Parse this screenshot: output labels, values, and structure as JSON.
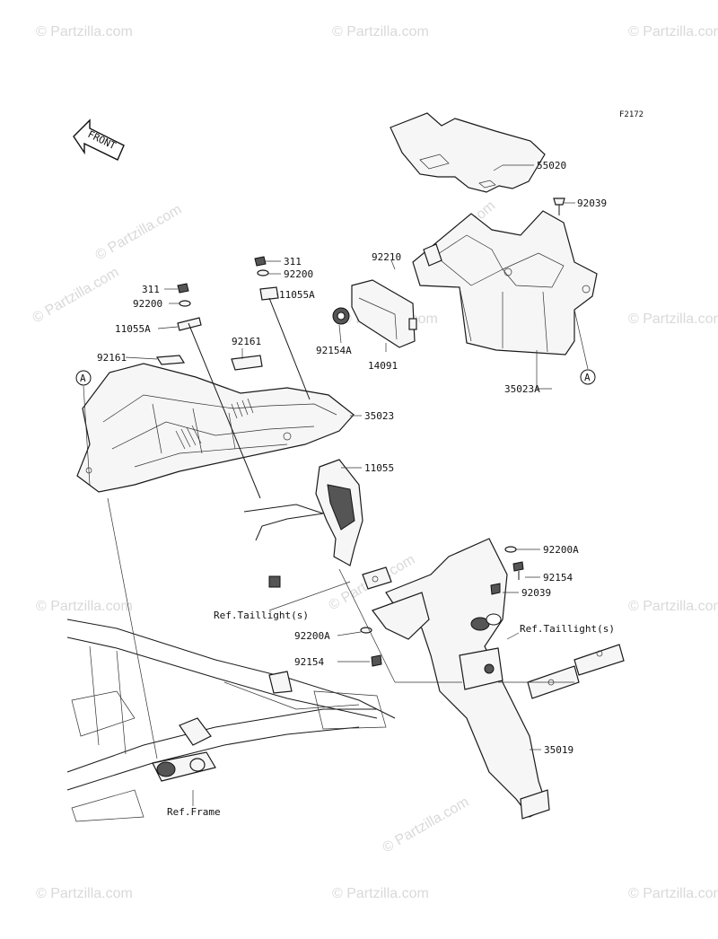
{
  "diagram": {
    "code": "F2172",
    "front_label": "FRONT",
    "callout_a": "A",
    "watermarks": [
      "© Partzilla.com",
      "© Partzilla.com",
      "© Partzilla.com",
      "© Partzilla.com",
      "© Partzilla.com",
      "© Partzilla.com",
      "© Partzilla.com",
      "© Partzilla.com",
      "© Partzilla.com",
      "© Partzilla.com",
      "© Partzilla.com",
      "© Partzilla.com",
      "© Partzilla.com",
      "© Partzilla.com",
      "© Partzilla.com"
    ],
    "parts": {
      "p55020": "55020",
      "p92039_top": "92039",
      "p92210": "92210",
      "p311_right": "311",
      "p92200_right": "92200",
      "p11055A_right": "11055A",
      "p311_left": "311",
      "p92200_left": "92200",
      "p11055A_left": "11055A",
      "p92154A": "92154A",
      "p14091": "14091",
      "p35023A": "35023A",
      "p92161_left": "92161",
      "p92161_right": "92161",
      "p35023": "35023",
      "p11055": "11055",
      "p92200A_right": "92200A",
      "p92154_right": "92154",
      "p92039_mid": "92039",
      "ref_taillight_left": "Ref.Taillight(s)",
      "ref_taillight_right": "Ref.Taillight(s)",
      "p92200A_left": "92200A",
      "p92154_left": "92154",
      "p35019": "35019",
      "ref_frame": "Ref.Frame"
    }
  }
}
